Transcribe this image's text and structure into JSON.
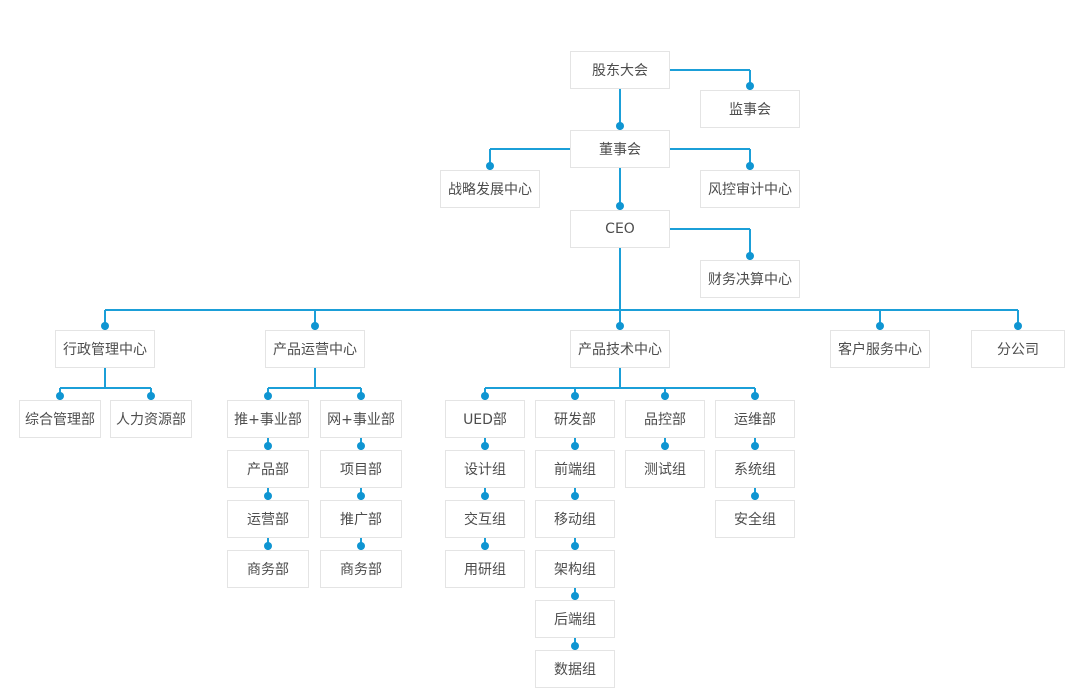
{
  "colors": {
    "line": "#1b9fd8",
    "dot": "#0f95d2",
    "box_border": "#e4e4e4",
    "box_background": "#ffffff",
    "text": "#4d4d4d",
    "page_background": "#ffffff"
  },
  "nodes": {
    "shareholders_meeting": "股东大会",
    "supervisory_board": "监事会",
    "board_of_directors": "董事会",
    "strategy_center": "战略发展中心",
    "risk_audit_center": "风控审计中心",
    "ceo": "CEO",
    "finance_center": "财务决算中心",
    "admin_center": "行政管理中心",
    "product_ops_center": "产品运营中心",
    "product_tech_center": "产品技术中心",
    "customer_service_center": "客户服务中心",
    "branch_company": "分公司",
    "general_admin_dept": "综合管理部",
    "hr_dept": "人力资源部",
    "tui_plus_division": "推+事业部",
    "wang_plus_division": "网+事业部",
    "product_dept": "产品部",
    "operations_dept": "运营部",
    "business_dept_1": "商务部",
    "project_dept": "项目部",
    "promotion_dept": "推广部",
    "business_dept_2": "商务部",
    "ued_dept": "UED部",
    "rd_dept": "研发部",
    "qc_dept": "品控部",
    "om_dept": "运维部",
    "design_group": "设计组",
    "interaction_group": "交互组",
    "user_research_group": "用研组",
    "frontend_group": "前端组",
    "mobile_group": "移动组",
    "architecture_group": "架构组",
    "backend_group": "后端组",
    "data_group": "数据组",
    "testing_group": "测试组",
    "system_group": "系统组",
    "security_group": "安全组"
  },
  "structure": {
    "edges": [
      [
        "shareholders_meeting",
        "supervisory_board"
      ],
      [
        "shareholders_meeting",
        "board_of_directors"
      ],
      [
        "board_of_directors",
        "strategy_center"
      ],
      [
        "board_of_directors",
        "risk_audit_center"
      ],
      [
        "board_of_directors",
        "ceo"
      ],
      [
        "ceo",
        "finance_center"
      ],
      [
        "ceo",
        "admin_center"
      ],
      [
        "ceo",
        "product_ops_center"
      ],
      [
        "ceo",
        "product_tech_center"
      ],
      [
        "ceo",
        "customer_service_center"
      ],
      [
        "ceo",
        "branch_company"
      ],
      [
        "admin_center",
        "general_admin_dept"
      ],
      [
        "admin_center",
        "hr_dept"
      ],
      [
        "product_ops_center",
        "tui_plus_division"
      ],
      [
        "product_ops_center",
        "wang_plus_division"
      ],
      [
        "tui_plus_division",
        "product_dept"
      ],
      [
        "product_dept",
        "operations_dept"
      ],
      [
        "operations_dept",
        "business_dept_1"
      ],
      [
        "wang_plus_division",
        "project_dept"
      ],
      [
        "project_dept",
        "promotion_dept"
      ],
      [
        "promotion_dept",
        "business_dept_2"
      ],
      [
        "product_tech_center",
        "ued_dept"
      ],
      [
        "product_tech_center",
        "rd_dept"
      ],
      [
        "product_tech_center",
        "qc_dept"
      ],
      [
        "product_tech_center",
        "om_dept"
      ],
      [
        "ued_dept",
        "design_group"
      ],
      [
        "design_group",
        "interaction_group"
      ],
      [
        "interaction_group",
        "user_research_group"
      ],
      [
        "rd_dept",
        "frontend_group"
      ],
      [
        "frontend_group",
        "mobile_group"
      ],
      [
        "mobile_group",
        "architecture_group"
      ],
      [
        "architecture_group",
        "backend_group"
      ],
      [
        "backend_group",
        "data_group"
      ],
      [
        "qc_dept",
        "testing_group"
      ],
      [
        "om_dept",
        "system_group"
      ],
      [
        "system_group",
        "security_group"
      ]
    ]
  }
}
